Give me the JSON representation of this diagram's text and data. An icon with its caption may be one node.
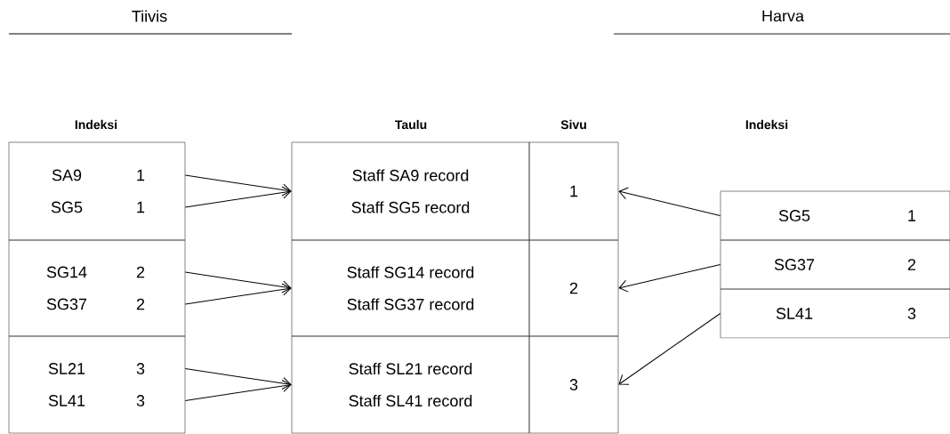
{
  "diagram": {
    "nodes": [
      {
        "text": [
          "SA9",
          "1",
          "SG5",
          "1"
        ]
      },
      {
        "text": [
          "SG14",
          "2",
          "SG37",
          "2"
        ]
      },
      {
        "text": [
          "SL21",
          "3",
          "SL41",
          "3"
        ]
      },
      {
        "text": [
          "Staff SA9 record",
          "Staff SG5 record"
        ]
      },
      {
        "text": [
          "Staff SG14 record",
          "Staff SG37 record"
        ]
      },
      {
        "text": [
          "Staff SL21 record",
          "Staff SL41 record"
        ]
      },
      {
        "text": [
          "1"
        ]
      },
      {
        "text": [
          "2"
        ]
      },
      {
        "text": [
          "3"
        ]
      },
      {
        "text": [
          "SG5",
          "1"
        ]
      },
      {
        "text": [
          "SG37",
          "2"
        ]
      },
      {
        "text": [
          "SL41",
          "3"
        ]
      }
    ],
    "edges": [
      {
        "from": 0,
        "to": 3,
        "arrow": "to"
      },
      {
        "from": 0,
        "to": 3,
        "arrow": "to"
      },
      {
        "from": 1,
        "to": 4,
        "arrow": "to"
      },
      {
        "from": 1,
        "to": 4,
        "arrow": "to"
      },
      {
        "from": 2,
        "to": 5,
        "arrow": "to"
      },
      {
        "from": 2,
        "to": 5,
        "arrow": "to"
      },
      {
        "from": 9,
        "to": 6,
        "arrow": "to"
      },
      {
        "from": 10,
        "to": 7,
        "arrow": "to"
      },
      {
        "from": 11,
        "to": 8,
        "arrow": "to"
      }
    ],
    "labels": [
      "Tiivis",
      "Harva",
      "Indeksi",
      "Taulu",
      "Sivu",
      "Indeksi"
    ]
  }
}
